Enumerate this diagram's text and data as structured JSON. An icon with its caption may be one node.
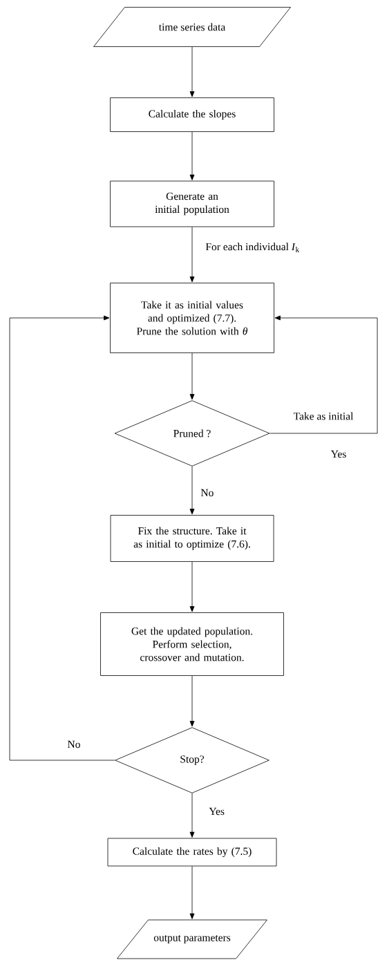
{
  "diagram": {
    "nodes": [
      {
        "text": [
          "time series data"
        ]
      },
      {
        "text": [
          "Calculate the slopes"
        ]
      },
      {
        "text": [
          "Generate an initial population"
        ]
      },
      {
        "text": [
          "Take it as initial values and optimized (7.7). Prune the solution with *θ*"
        ]
      },
      {
        "text": [
          "Pruned ?"
        ]
      },
      {
        "text": [
          "Fix the structure. Take it as initial to optimize (7.6)."
        ]
      },
      {
        "text": [
          "Get the updated population. Perform selection, crossover and mutation."
        ]
      },
      {
        "text": [
          "Stop?"
        ]
      },
      {
        "text": [
          "Calculate the rates by (7.5)"
        ]
      },
      {
        "text": [
          "output parameters"
        ]
      }
    ],
    "edges": [
      {
        "from": 0,
        "to": 1,
        "arrow": "to"
      },
      {
        "from": 1,
        "to": 2,
        "arrow": "to"
      },
      {
        "from": 2,
        "to": 3,
        "arrow": "to",
        "label": "For each individual *I*$_{k}$"
      },
      {
        "from": 3,
        "to": 4,
        "arrow": "to"
      },
      {
        "from": 4,
        "to": 5,
        "arrow": "to",
        "label": "No"
      },
      {
        "from": 4,
        "to": 3,
        "arrow": "to",
        "label": "Take as initial"
      },
      {
        "from": 5,
        "to": 6,
        "arrow": "to"
      },
      {
        "from": 6,
        "to": 7,
        "arrow": "to"
      },
      {
        "from": 7,
        "to": 3,
        "arrow": "to",
        "label": "No"
      },
      {
        "from": 7,
        "to": 8,
        "arrow": "to",
        "label": "Yes"
      },
      {
        "from": 8,
        "to": 9,
        "arrow": "to"
      }
    ],
    "labels": [
      "Yes"
    ]
  }
}
